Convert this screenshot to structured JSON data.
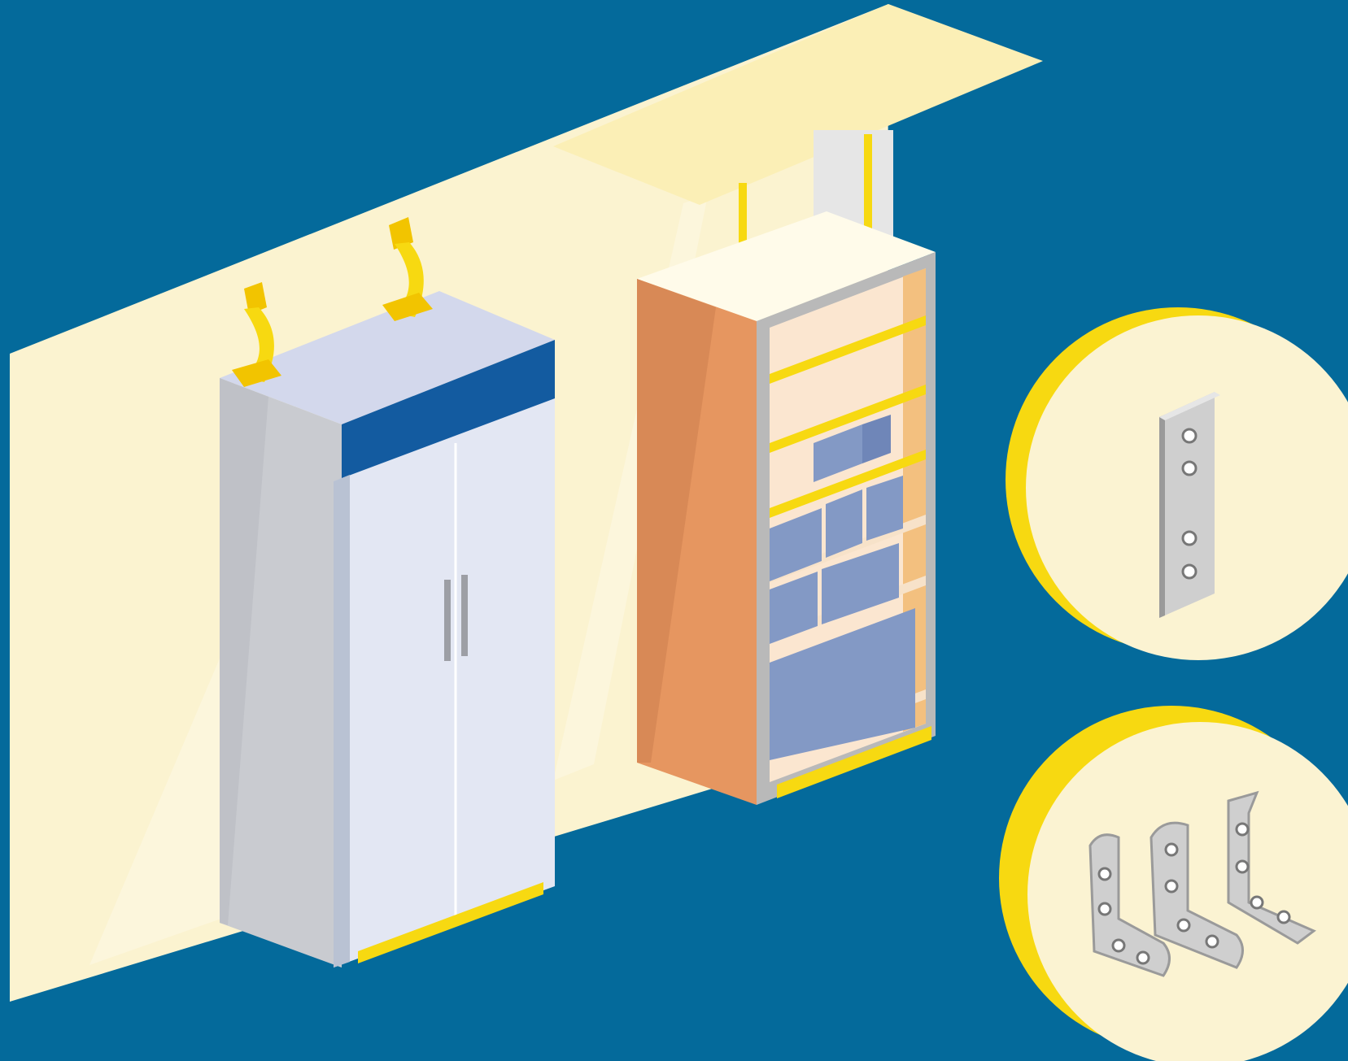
{
  "illustration": {
    "subject": "",
    "colors": {
      "background": "#046a9b",
      "wall": "#fbf3d0",
      "wall_light_beam": "#fdf8e6",
      "ceiling": "#fbefb6",
      "accent_yellow": "#f7d911",
      "fridge_body": "#e3e7f3",
      "fridge_side": "#c9cbd0",
      "fridge_top": "#d3d8ec",
      "fridge_panel": "#135ba0",
      "shelf_side": "#e69660",
      "shelf_back": "#fbe6d0",
      "shelf_frame": "#b9b9b9",
      "boxes": "#8399c5",
      "hardware": "#cfcfcf",
      "inset_background": "#fbf3d2"
    },
    "objects": [
      {
        "name": "refrigerator-anchor-strap-left",
        "icon": "strap-icon"
      },
      {
        "name": "refrigerator-anchor-strap-right",
        "icon": "strap-icon"
      },
      {
        "name": "refrigerator",
        "icon": "fridge-icon"
      },
      {
        "name": "bookshelf",
        "icon": "shelf-icon"
      },
      {
        "name": "ceiling-brace-posts",
        "icon": "post-icon"
      }
    ],
    "insets": [
      {
        "name": "flat-mending-plate",
        "icon": "flat-plate-icon",
        "holes": 4
      },
      {
        "name": "l-brackets",
        "icon": "l-bracket-icon",
        "count": 3
      }
    ]
  }
}
